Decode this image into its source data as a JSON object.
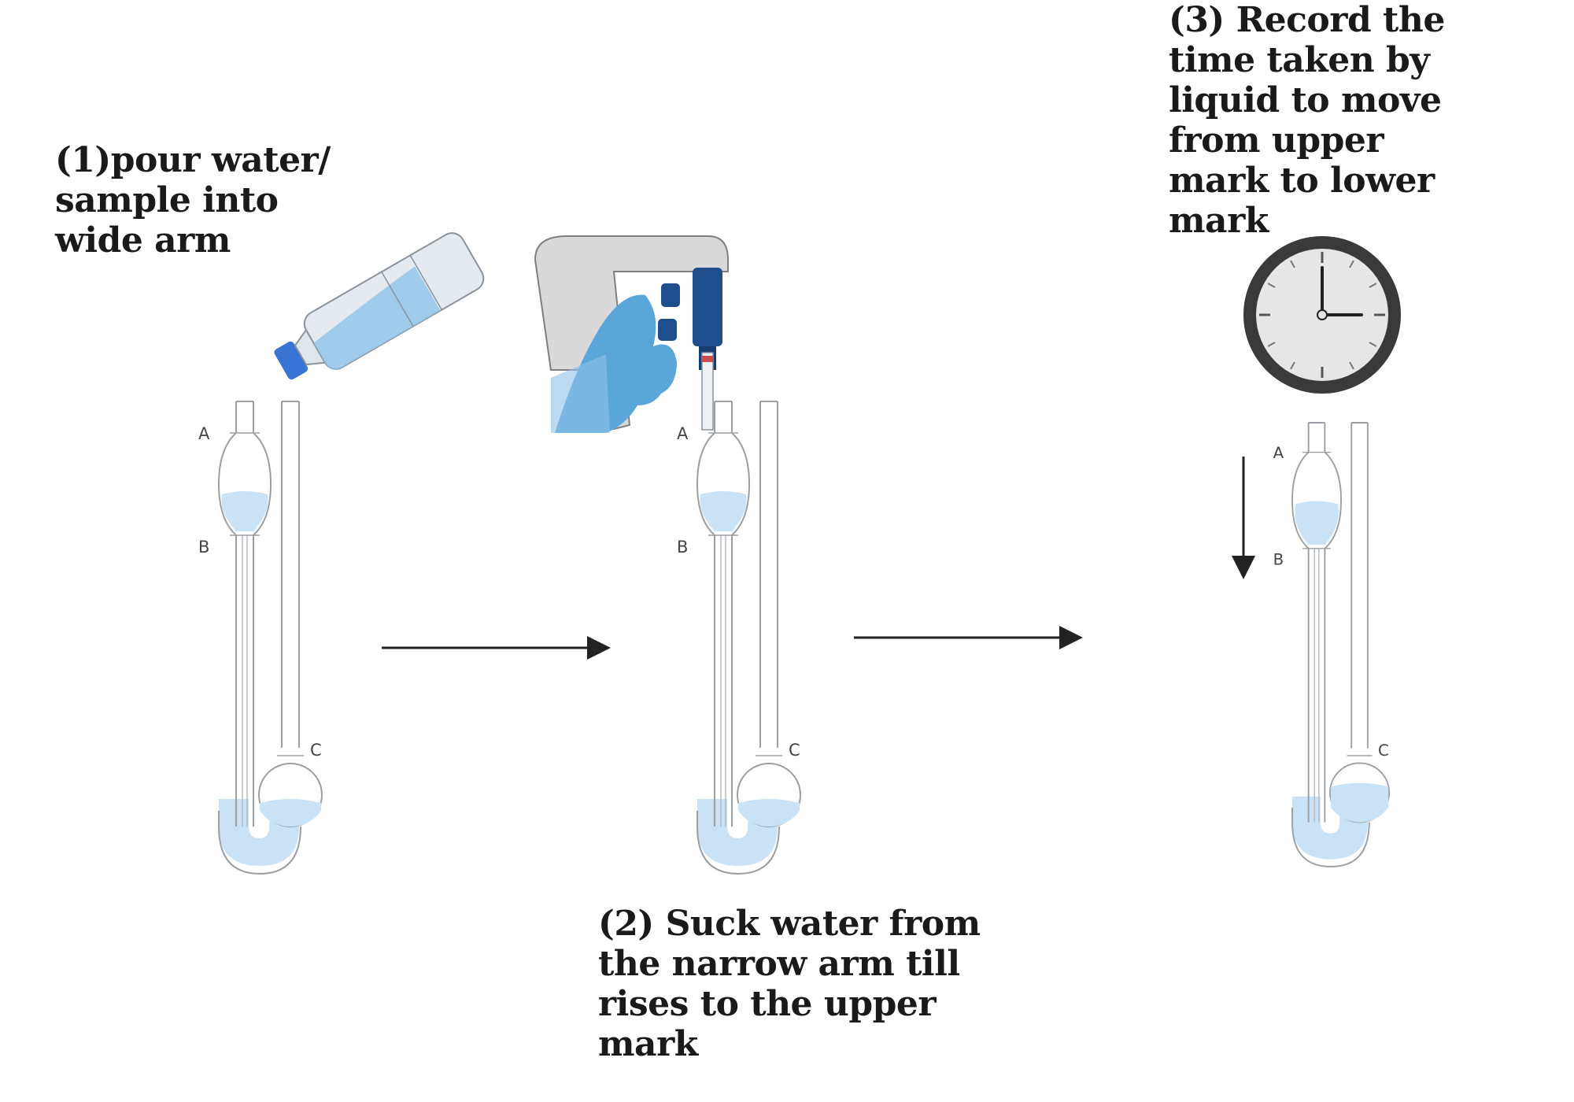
{
  "colors": {
    "liquid": "#c9e2f6",
    "glass_stroke": "#9a9fa6",
    "arrow": "#222222",
    "glove": "#5aa6d8",
    "bottle_cap": "#3a73d6",
    "clock_rim": "#3a3a3a",
    "clock_face": "#e6e6e6"
  },
  "steps": [
    {
      "lines": [
        "(1)pour water/",
        "sample into",
        "wide arm"
      ]
    },
    {
      "lines": [
        "(2) Suck water from",
        "the narrow arm till",
        "rises to the upper",
        "mark"
      ]
    },
    {
      "lines": [
        "(3) Record the",
        "time taken by",
        "liquid to move",
        "from upper",
        "mark to lower",
        "mark"
      ]
    }
  ],
  "viscometer_marks": {
    "upper": "A",
    "lower": "B",
    "reservoir": "C"
  },
  "icons": [
    "water-bottle-icon",
    "pipette-pump-icon",
    "clock-icon",
    "flow-arrow-icon",
    "down-arrow-icon"
  ]
}
